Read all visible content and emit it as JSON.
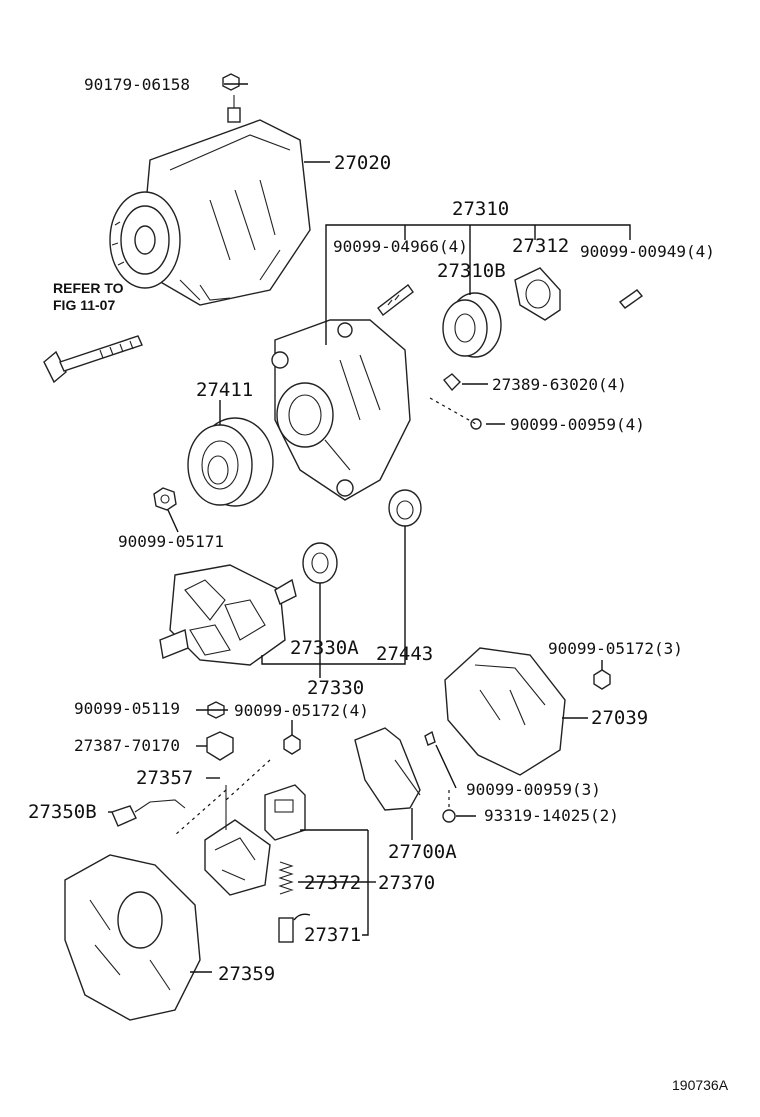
{
  "diagram": {
    "figure_id": "190736A",
    "refer_note": [
      "REFER TO",
      "FIG 11-07"
    ],
    "labels": {
      "p90179_06158": "90179-06158",
      "p27020": "27020",
      "p27310": "27310",
      "p90099_04966": "90099-04966(4)",
      "p27312": "27312",
      "p90099_00949": "90099-00949(4)",
      "p27310B": "27310B",
      "p27389_63020": "27389-63020(4)",
      "p90099_00959_4": "90099-00959(4)",
      "p27411": "27411",
      "p90099_05171": "90099-05171",
      "p27330A": "27330A",
      "p27443": "27443",
      "p27330": "27330",
      "p90099_05172_3": "90099-05172(3)",
      "p27039": "27039",
      "p90099_05119": "90099-05119",
      "p90099_05172_4": "90099-05172(4)",
      "p27387_70170": "27387-70170",
      "p27357": "27357",
      "p27350B": "27350B",
      "p90099_00959_3": "90099-00959(3)",
      "p93319_14025": "93319-14025(2)",
      "p27700A": "27700A",
      "p27372": "27372",
      "p27370": "27370",
      "p27371": "27371",
      "p27359": "27359"
    }
  }
}
